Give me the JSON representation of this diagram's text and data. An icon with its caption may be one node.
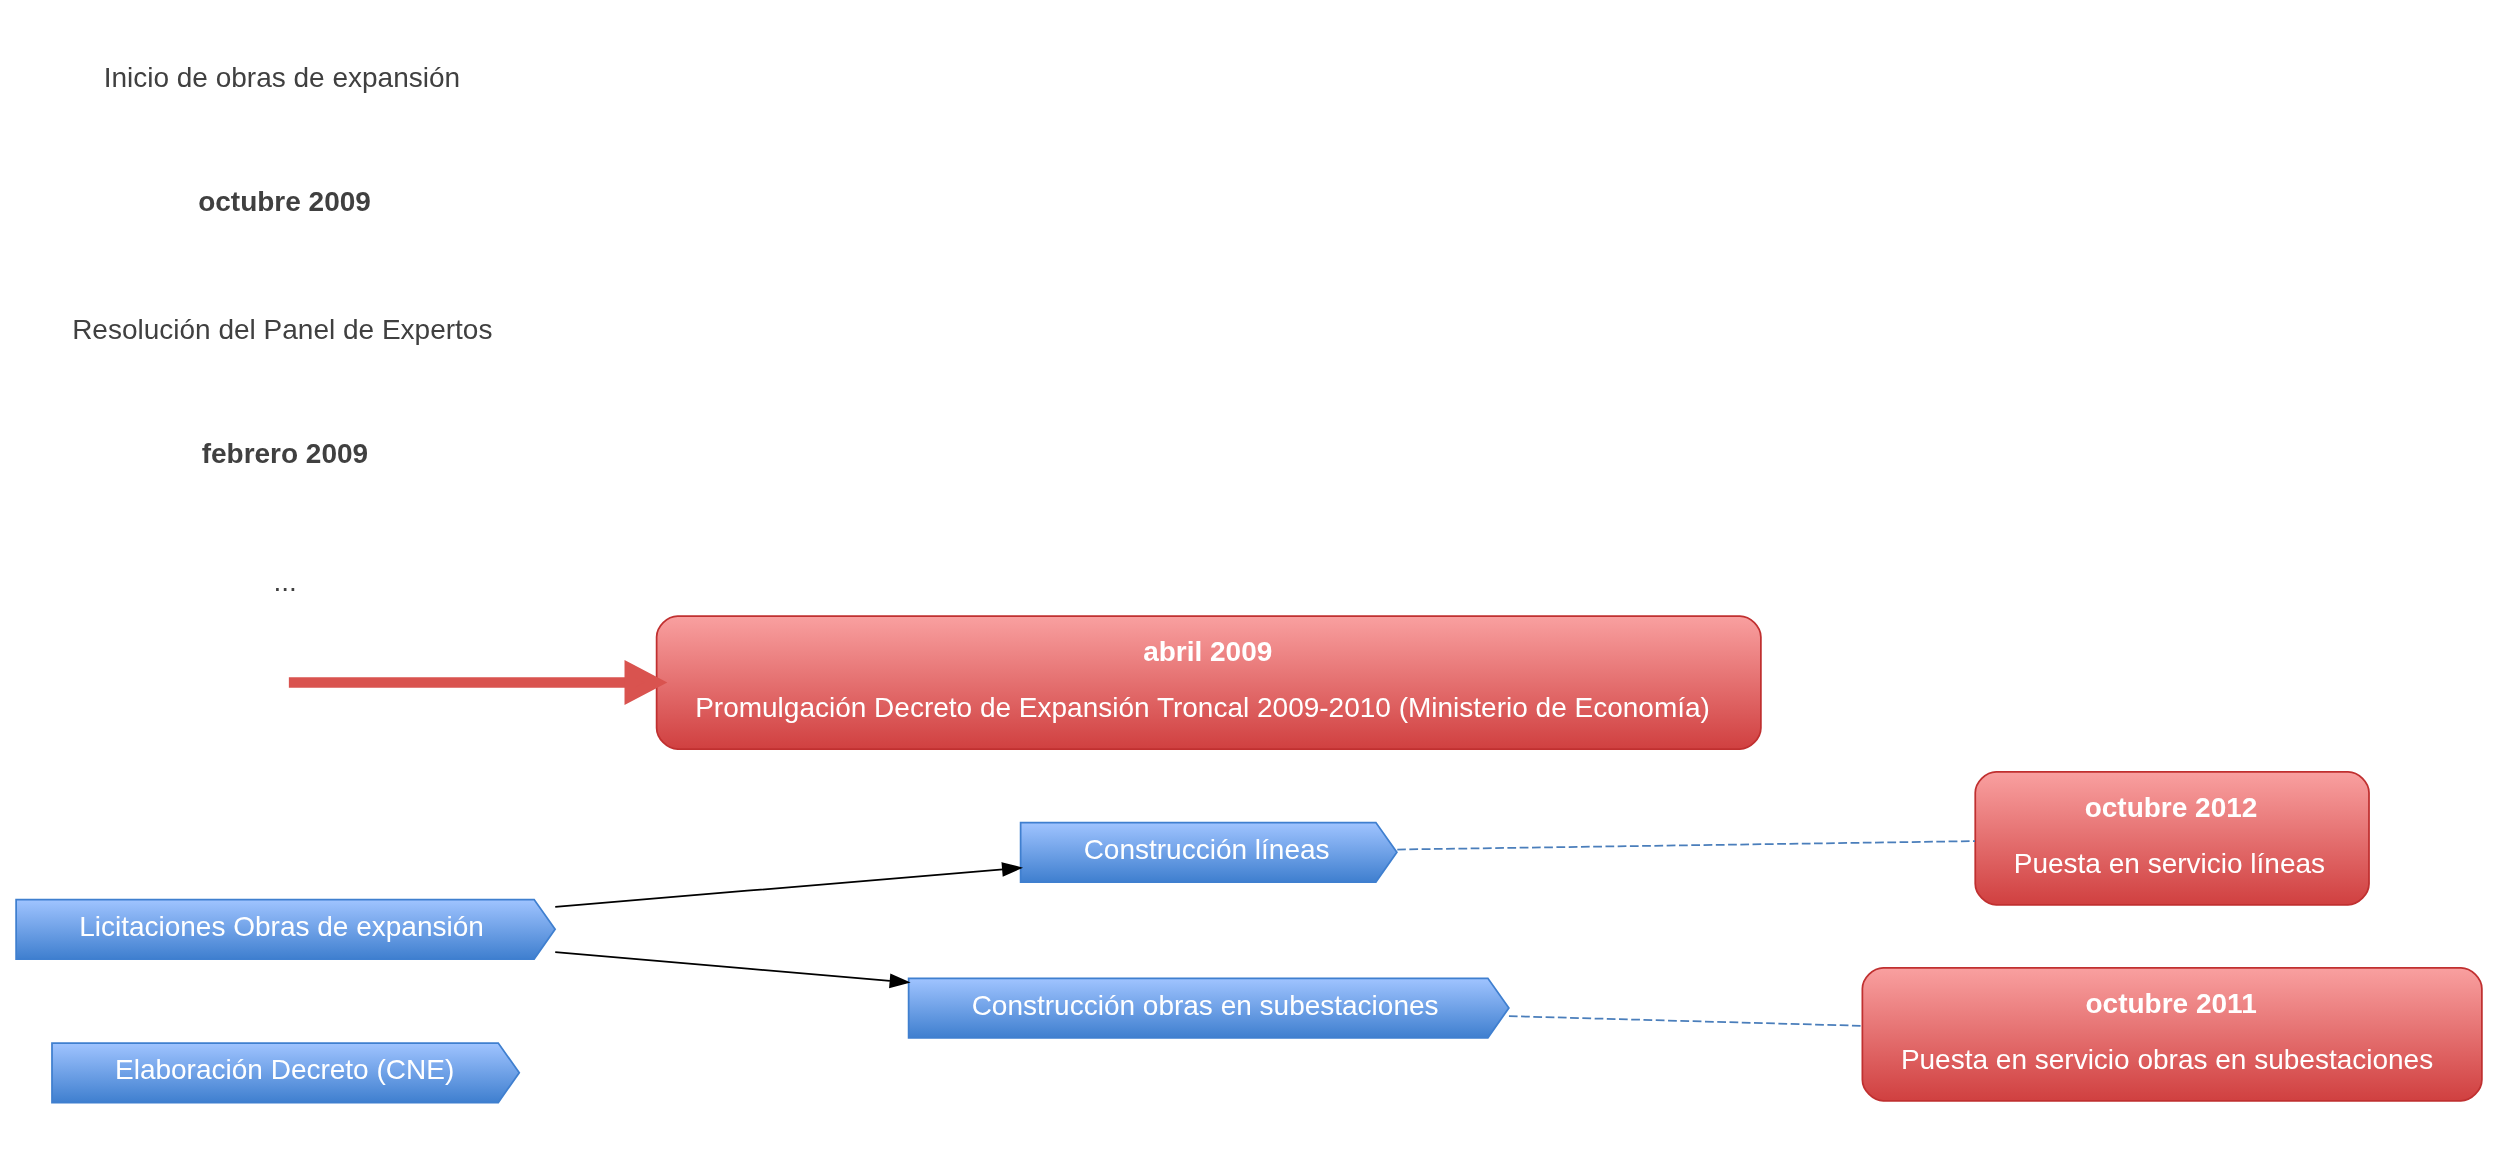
{
  "diagram": {
    "nodes": [
      {
        "text": [
          "Elaboración Decreto (CNE)"
        ]
      },
      {
        "text": [
          "Licitaciones Obras de expansión"
        ]
      },
      {
        "text": [
          "Construcción líneas"
        ]
      },
      {
        "text": [
          "Construcción obras en subestaciones"
        ]
      },
      {
        "text": [
          "abril 2009",
          "Promulgación Decreto de Expansión Troncal 2009-2010 (Ministerio de Economía)"
        ]
      },
      {
        "text": [
          "octubre 2011",
          "Puesta en servicio obras en subestaciones"
        ]
      },
      {
        "text": [
          "octubre 2012",
          "Puesta en servicio líneas"
        ]
      }
    ],
    "edges": [
      {
        "from": 1,
        "to": 2,
        "arrow": "to"
      },
      {
        "from": 1,
        "to": 3,
        "arrow": "to"
      },
      {
        "from": null,
        "to": 4,
        "arrow": "to",
        "style": "thick",
        "color": "#d9534f"
      },
      {
        "from": 3,
        "to": 5,
        "arrow": "none",
        "style": "dashed",
        "color": "#4a7ebb"
      },
      {
        "from": 2,
        "to": 6,
        "arrow": "none",
        "style": "dashed",
        "color": "#4a7ebb"
      }
    ],
    "labels": [
      "...",
      "febrero 2009",
      "Resolución del Panel de Expertos",
      "octubre 2009",
      "Inicio de obras de expansión"
    ]
  }
}
